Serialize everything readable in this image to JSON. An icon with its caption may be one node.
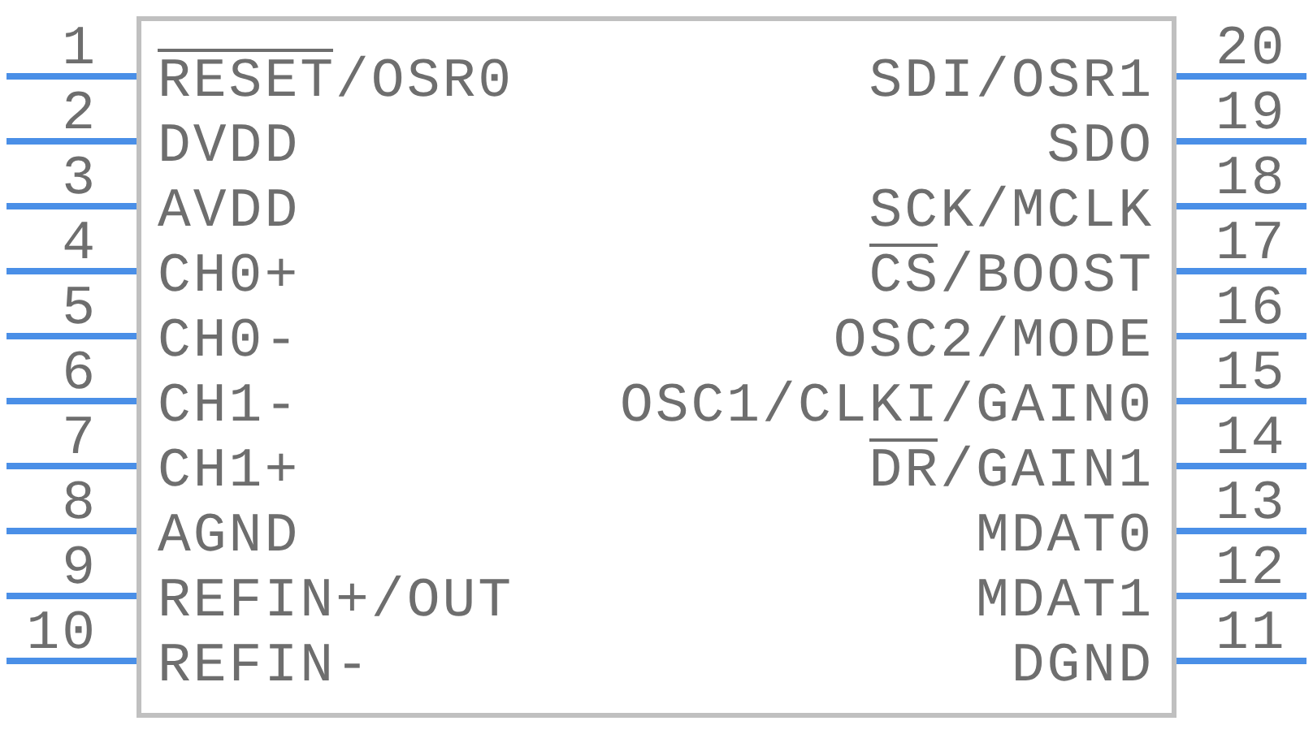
{
  "diagram": {
    "nodes": [
      {
        "text": [],
        "shape": "box"
      },
      {
        "text": [
          "RESET/OSR0"
        ],
        "in": 0,
        "beside": [
          "1"
        ]
      },
      {
        "text": [
          "DVDD"
        ],
        "in": 0,
        "beside": [
          "2"
        ]
      },
      {
        "text": [
          "AVDD"
        ],
        "in": 0,
        "beside": [
          "3"
        ]
      },
      {
        "text": [
          "CH0+"
        ],
        "in": 0,
        "beside": [
          "4"
        ]
      },
      {
        "text": [
          "CH0-"
        ],
        "in": 0,
        "beside": [
          "5"
        ]
      },
      {
        "text": [
          "CH1-"
        ],
        "in": 0,
        "beside": [
          "6"
        ]
      },
      {
        "text": [
          "CH1+"
        ],
        "in": 0,
        "beside": [
          "7"
        ]
      },
      {
        "text": [
          "AGND"
        ],
        "in": 0,
        "beside": [
          "8"
        ]
      },
      {
        "text": [
          "REFIN+/OUT"
        ],
        "in": 0,
        "beside": [
          "9"
        ]
      },
      {
        "text": [
          "REFIN-"
        ],
        "in": 0,
        "beside": [
          "10"
        ]
      },
      {
        "text": [
          "SDI/OSR1"
        ],
        "in": 0,
        "beside": [
          "20"
        ]
      },
      {
        "text": [
          "SDO"
        ],
        "in": 0,
        "beside": [
          "19"
        ]
      },
      {
        "text": [
          "SCK/MCLK"
        ],
        "in": 0,
        "beside": [
          "18"
        ]
      },
      {
        "text": [
          "CS/BOOST"
        ],
        "in": 0,
        "beside": [
          "17"
        ]
      },
      {
        "text": [
          "OSC2/MODE"
        ],
        "in": 0,
        "beside": [
          "16"
        ]
      },
      {
        "text": [
          "OSC1/CLKI/GAIN0"
        ],
        "in": 0,
        "beside": [
          "15"
        ]
      },
      {
        "text": [
          "DR/GAIN1"
        ],
        "in": 0,
        "beside": [
          "14"
        ]
      },
      {
        "text": [
          "MDAT0"
        ],
        "in": 0,
        "beside": [
          "13"
        ]
      },
      {
        "text": [
          "MDAT1"
        ],
        "in": 0,
        "beside": [
          "12"
        ]
      },
      {
        "text": [
          "DGND"
        ],
        "in": 0,
        "beside": [
          "11"
        ]
      }
    ]
  }
}
